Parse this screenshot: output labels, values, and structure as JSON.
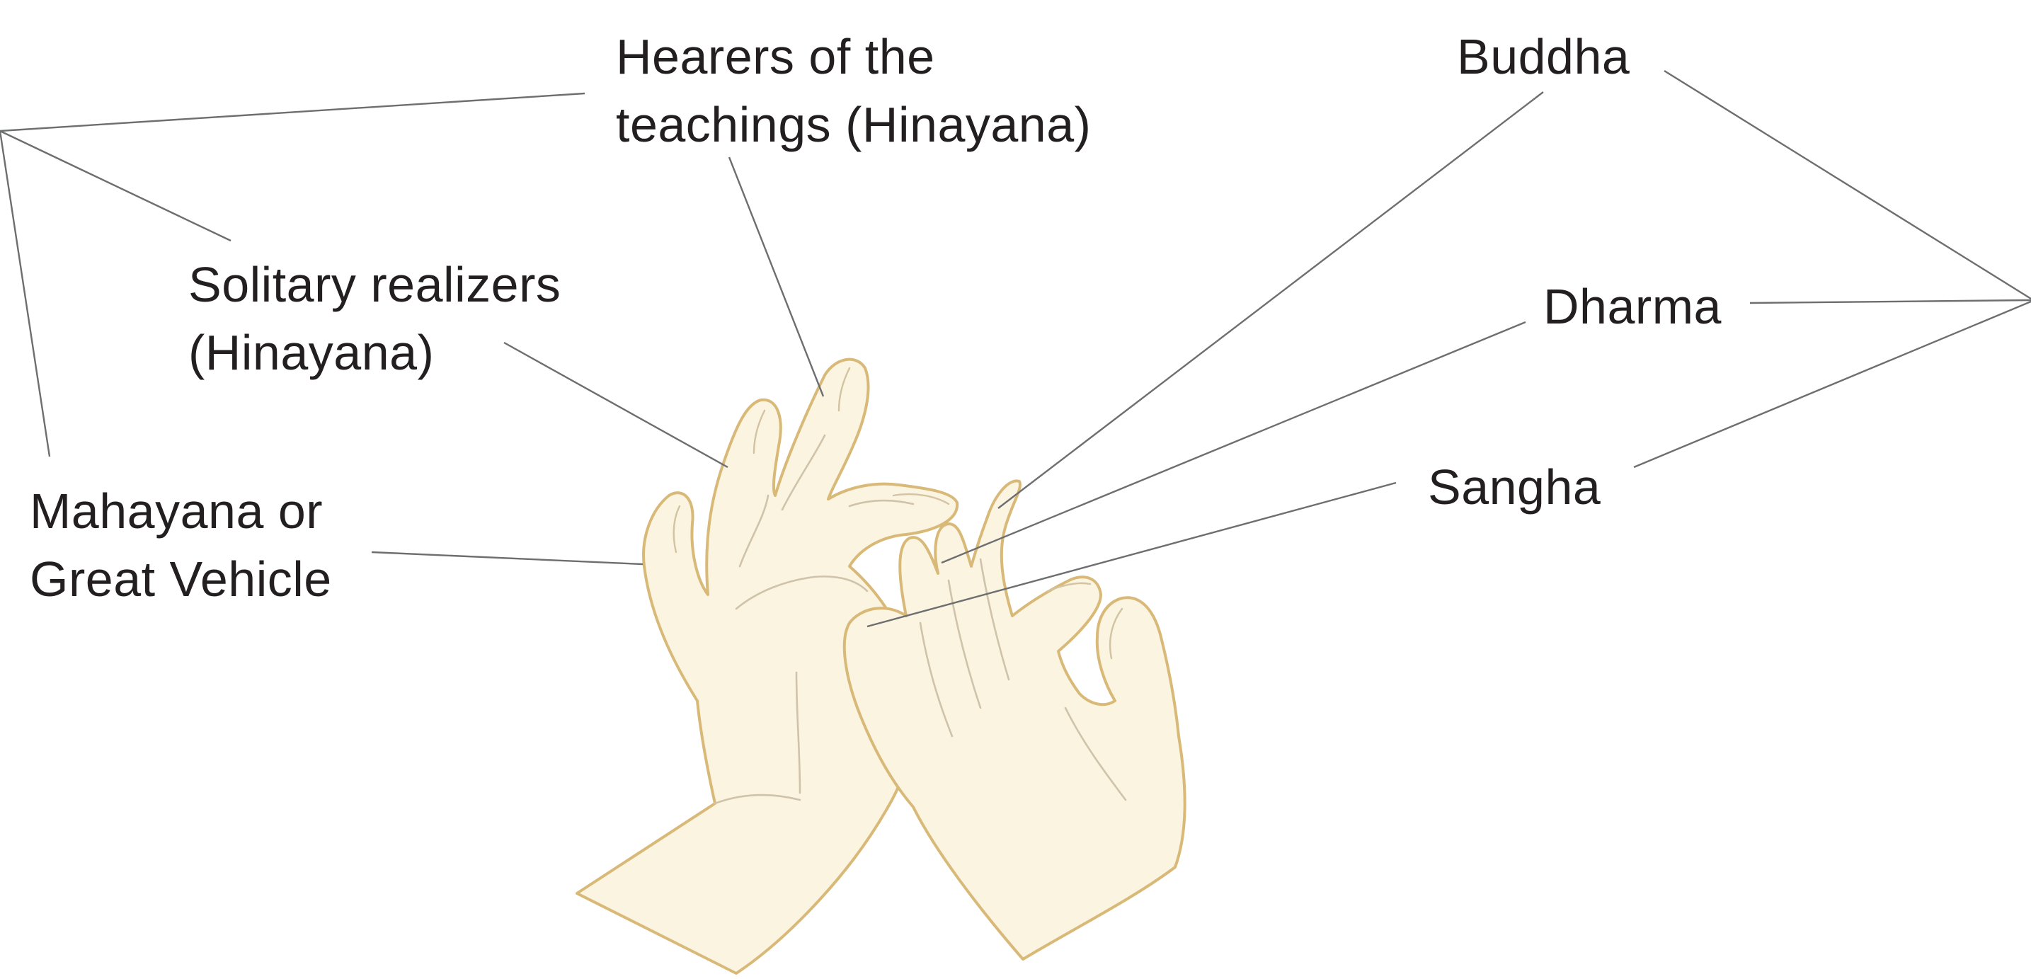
{
  "labels": {
    "hearers": [
      "Hearers of the",
      "teachings (Hinayana)"
    ],
    "solitary": [
      "Solitary realizers",
      "(Hinayana)"
    ],
    "mahayana": [
      "Mahayana or",
      "Great Vehicle"
    ],
    "buddha": "Buddha",
    "dharma": "Dharma",
    "sangha": "Sangha"
  },
  "colors": {
    "text": "#231f20",
    "leader_line": "#6d6e70",
    "hand_fill": "#fbf4e1",
    "hand_outline": "#d8b978"
  }
}
